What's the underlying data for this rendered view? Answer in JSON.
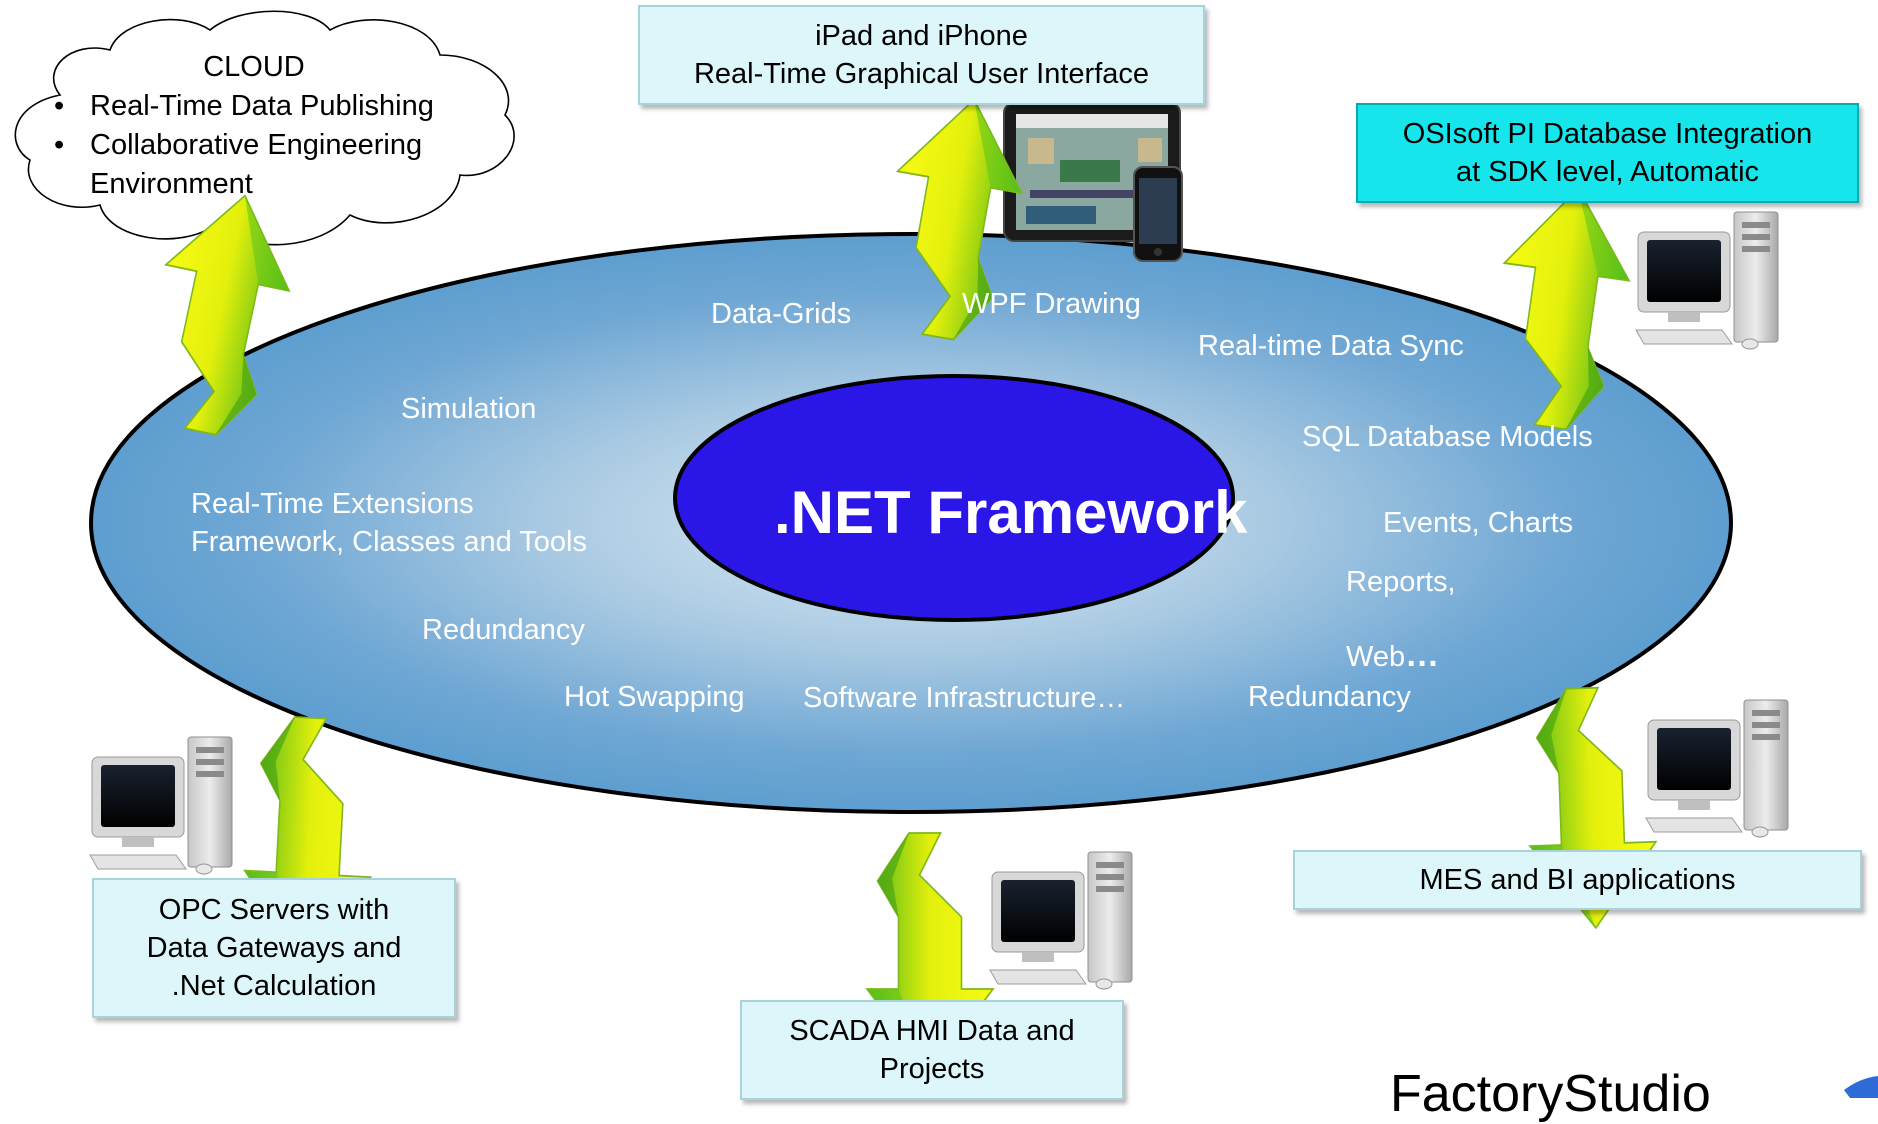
{
  "cloud": {
    "title": "CLOUD",
    "items": [
      "Real-Time Data Publishing",
      "Collaborative Engineering",
      "Environment"
    ]
  },
  "top_box": {
    "line1": "iPad and iPhone",
    "line2": "Real-Time Graphical User Interface"
  },
  "pi_box": {
    "line1": "OSIsoft PI Database Integration",
    "line2": "at SDK level, Automatic"
  },
  "opc_box": {
    "line1": "OPC Servers with",
    "line2": "Data Gateways and",
    "line3": ".Net Calculation"
  },
  "scada_box": {
    "line1": "SCADA HMI Data and",
    "line2": "Projects"
  },
  "mes_box": {
    "label": "MES and BI applications"
  },
  "center": {
    "title": ".NET Framework"
  },
  "ring_labels": {
    "data_grids": "Data-Grids",
    "wpf_drawing": "WPF Drawing",
    "realtime_sync": "Real-time Data Sync",
    "simulation": "Simulation",
    "sql_models": "SQL Database Models",
    "rt_extensions_1": "Real-Time Extensions",
    "rt_extensions_2": "Framework, Classes and Tools",
    "events_charts": "Events, Charts",
    "reports": "Reports,",
    "web": "Web",
    "web_dots": "…",
    "redundancy_left": "Redundancy",
    "hot_swapping": "Hot Swapping",
    "software_infra": "Software Infrastructure…",
    "redundancy_right": "Redundancy"
  },
  "brand": {
    "text": "FactoryStudio"
  },
  "colors": {
    "ring_outer": "#5d9ed0",
    "ring_inner": "#d6e9f4",
    "center_fill": "#2a16e6",
    "arrow_yellow": "#f6f90a",
    "arrow_green": "#5cc41a",
    "box_fill": "#dcf6fa",
    "box_cyan": "#16e6ec"
  }
}
